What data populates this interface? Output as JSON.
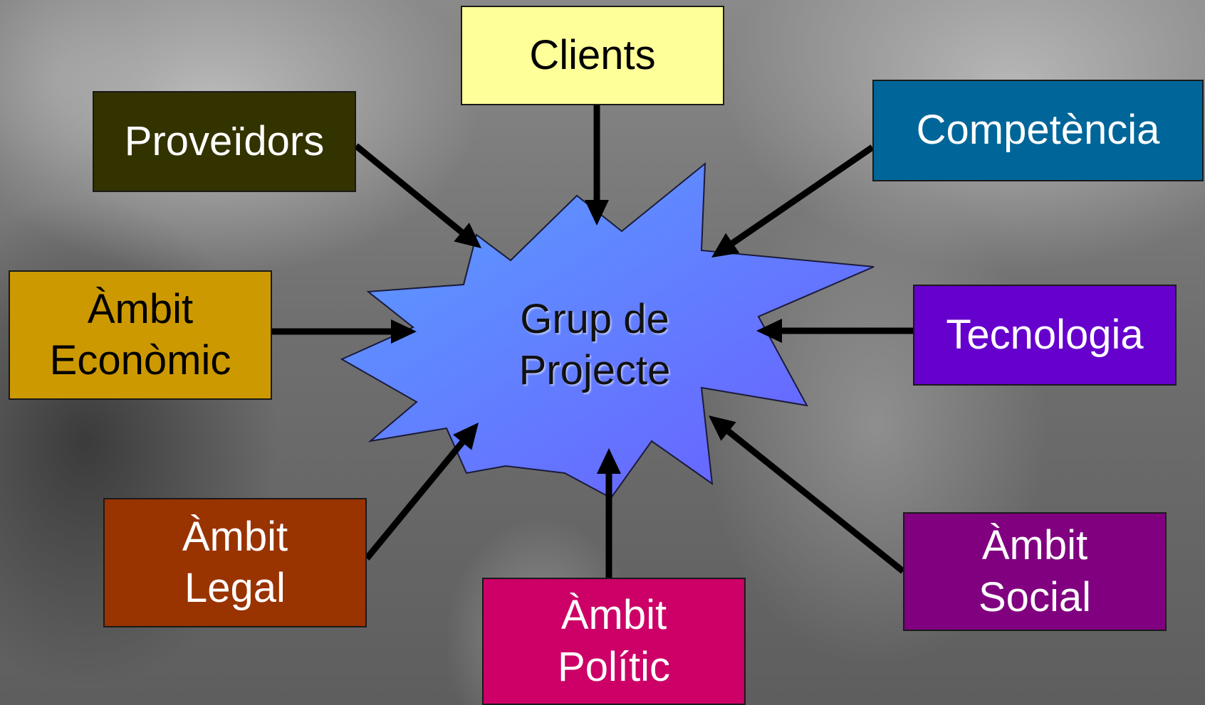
{
  "center": {
    "label": "Grup de\nProjecte",
    "color": "#6a8fff"
  },
  "factors": [
    {
      "key": "clients",
      "label": "Clients",
      "bg": "#ffff99",
      "fg": "#000000"
    },
    {
      "key": "proveidors",
      "label": "Proveïdors",
      "bg": "#333300",
      "fg": "#ffffff"
    },
    {
      "key": "competencia",
      "label": "Competència",
      "bg": "#006699",
      "fg": "#ffffff"
    },
    {
      "key": "ambit-economic",
      "label": "Àmbit\nEconòmic",
      "bg": "#cc9900",
      "fg": "#000000"
    },
    {
      "key": "tecnologia",
      "label": "Tecnologia",
      "bg": "#6600cc",
      "fg": "#ffffff"
    },
    {
      "key": "ambit-legal",
      "label": "Àmbit\nLegal",
      "bg": "#993300",
      "fg": "#ffffff"
    },
    {
      "key": "ambit-politic",
      "label": "Àmbit\nPolític",
      "bg": "#cc0066",
      "fg": "#ffffff"
    },
    {
      "key": "ambit-social",
      "label": "Àmbit\nSocial",
      "bg": "#800080",
      "fg": "#ffffff"
    }
  ]
}
